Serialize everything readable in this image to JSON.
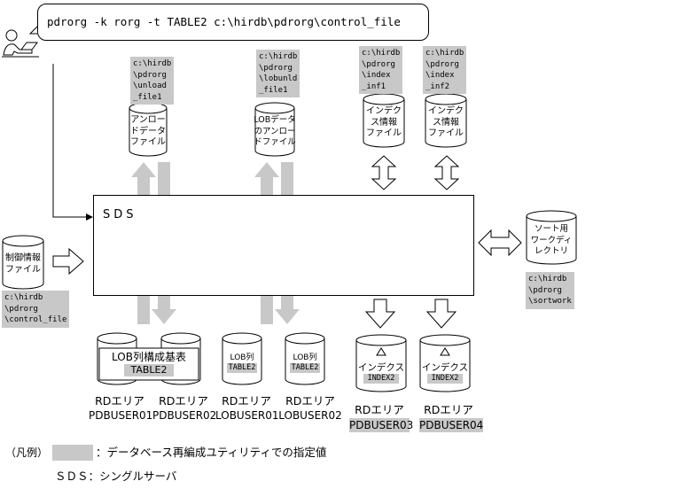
{
  "command": "pdrorg -k rorg -t TABLE2  c:\\hirdb\\pdrorg\\control_file",
  "sds_label": "SDS",
  "unload_path": "c:\\hirdb\n\\pdrorg\n\\unload\n_file1",
  "unload_file": "アンロー\nドデータ\nファイル",
  "lob_path": "c:\\hirdb\n\\pdrorg\n\\lobunld\n_file1",
  "lob_file": "LOBデータ\nのアンロー\nドファイル",
  "idx1_path": "c:\\hirdb\n\\pdrorg\n\\index\n_inf1",
  "idx1_file": "インデク\nス情報\nファイル",
  "idx2_path": "c:\\hirdb\n\\pdrorg\n\\index\n_inf2",
  "idx2_file": "インデク\nス情報\nファイル",
  "ctrl_file": "制御情報\nファイル",
  "ctrl_path": "c:\\hirdb\n\\pdrorg\n\\control_file",
  "sort_file": "ソート用\nワークディ\nレクトリ",
  "sort_path": "c:\\hirdb\n\\pdrorg\n\\sortwork",
  "base_table_label": "LOB列構成基表",
  "base_table_name": "TABLE2",
  "lob_col_label": "LOB列",
  "lob_col1_name": "TABLE2",
  "lob_col2_name": "TABLE2",
  "index_label": "インデクス",
  "index1_name": "INDEX2",
  "index2_name": "INDEX2",
  "rd_label": "RDエリア",
  "rd_pdbuser01": "PDBUSER01",
  "rd_pdbuser02": "PDBUSER02",
  "rd_lobuser01": "LOBUSER01",
  "rd_lobuser02": "LOBUSER02",
  "rd_pdbuser03": "PDBUSER03",
  "rd_pdbuser04": "PDBUSER04",
  "legend_title": "（凡例）",
  "legend_gray": "：データベース再編成ユティリティでの指定値",
  "legend_sds": "ＳＤＳ：シングルサーバ"
}
